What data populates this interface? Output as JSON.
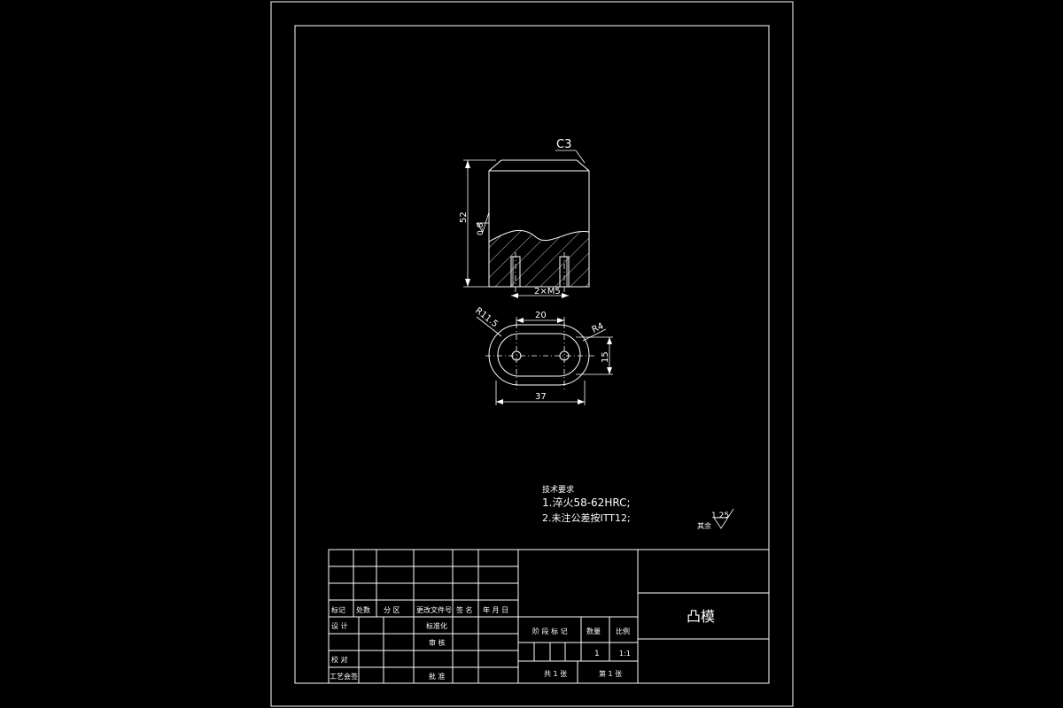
{
  "part": {
    "chamfer_label": "C3",
    "height_dim": "52",
    "roughness_side": "0.8",
    "thread_label": "2×M5",
    "radius_large": "R11.5",
    "pitch_dim": "20",
    "radius_small": "R4",
    "width_dim": "15",
    "length_dim": "37"
  },
  "notes": {
    "title": "技术要求",
    "line1": "1.淬火58-62HRC;",
    "line2": "2.未注公差按ITT12;",
    "roughness_rest_label": "其余",
    "roughness_rest_value": "1.25"
  },
  "title_block": {
    "row_labels": [
      "标记",
      "处数",
      "分 区",
      "更改文件号",
      "签 名",
      "年 月 日"
    ],
    "design": "设 计",
    "standard": "标准化",
    "check": "校 对",
    "review": "审 核",
    "process": "工艺会签",
    "approve": "批 准",
    "stage_mark": "阶 段 标 记",
    "weight": "数量",
    "scale": "比例",
    "quantity_value": "1",
    "scale_value": "1:1",
    "sheets_total": "共 1 张",
    "sheet_no": "第 1 张",
    "part_name": "凸模"
  },
  "colors": {
    "background": "#000000",
    "lines": "#ffffff"
  }
}
